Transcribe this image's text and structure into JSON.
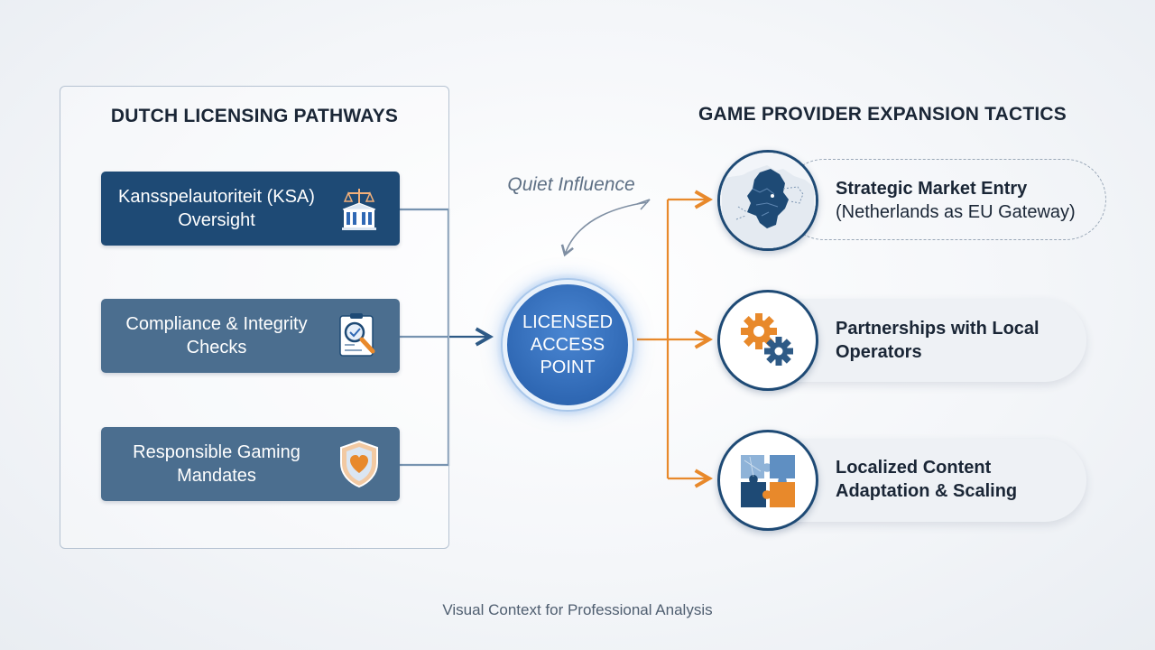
{
  "left_section": {
    "title": "DUTCH LICENSING PATHWAYS",
    "items": [
      {
        "label": "Kansspelautoriteit (KSA) Oversight",
        "icon": "scales-building-icon"
      },
      {
        "label": "Compliance & Integrity Checks",
        "icon": "magnifier-checklist-icon"
      },
      {
        "label": "Responsible Gaming Mandates",
        "icon": "shield-heart-icon"
      }
    ]
  },
  "center": {
    "hub_label": "LICENSED ACCESS POINT",
    "annotation": "Quiet Influence"
  },
  "right_section": {
    "title": "GAME PROVIDER EXPANSION TACTICS",
    "items": [
      {
        "title": "Strategic Market Entry",
        "subtitle": "(Netherlands as EU Gateway)",
        "icon": "netherlands-map-icon"
      },
      {
        "title": "Partnerships with Local",
        "subtitle": "Operators",
        "icon": "gears-icon"
      },
      {
        "title": "Localized Content",
        "subtitle": "Adaptation & Scaling",
        "icon": "puzzle-icon"
      }
    ]
  },
  "footer": "Visual Context for Professional Analysis",
  "colors": {
    "navy": "#1e4a75",
    "slate": "#4b6e8f",
    "hub_blue": "#2f68b4",
    "orange": "#e8892b",
    "connector_blue": "#2e5a86"
  }
}
